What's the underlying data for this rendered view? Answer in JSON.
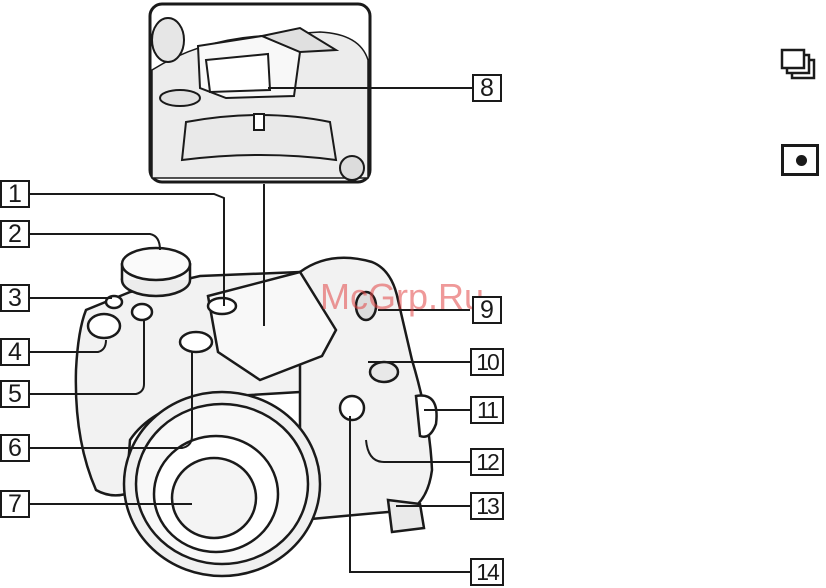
{
  "diagram": {
    "callouts": [
      {
        "id": "c1",
        "text": "1"
      },
      {
        "id": "c2",
        "text": "2"
      },
      {
        "id": "c3",
        "text": "3"
      },
      {
        "id": "c4",
        "text": "4"
      },
      {
        "id": "c5",
        "text": "5"
      },
      {
        "id": "c6",
        "text": "6"
      },
      {
        "id": "c7",
        "text": "7"
      },
      {
        "id": "c8",
        "text": "8"
      },
      {
        "id": "c9",
        "text": "9"
      },
      {
        "id": "c10",
        "text": "10"
      },
      {
        "id": "c11",
        "text": "11"
      },
      {
        "id": "c12",
        "text": "12"
      },
      {
        "id": "c13",
        "text": "13"
      },
      {
        "id": "c14",
        "text": "14"
      }
    ],
    "watermark": "McGrp.Ru",
    "icons": [
      "burst-shooting-icon",
      "spot-metering-icon"
    ],
    "colors": {
      "line": "#1a1a1a",
      "body": "#f2f2f2",
      "watermark": "#e14646"
    }
  }
}
